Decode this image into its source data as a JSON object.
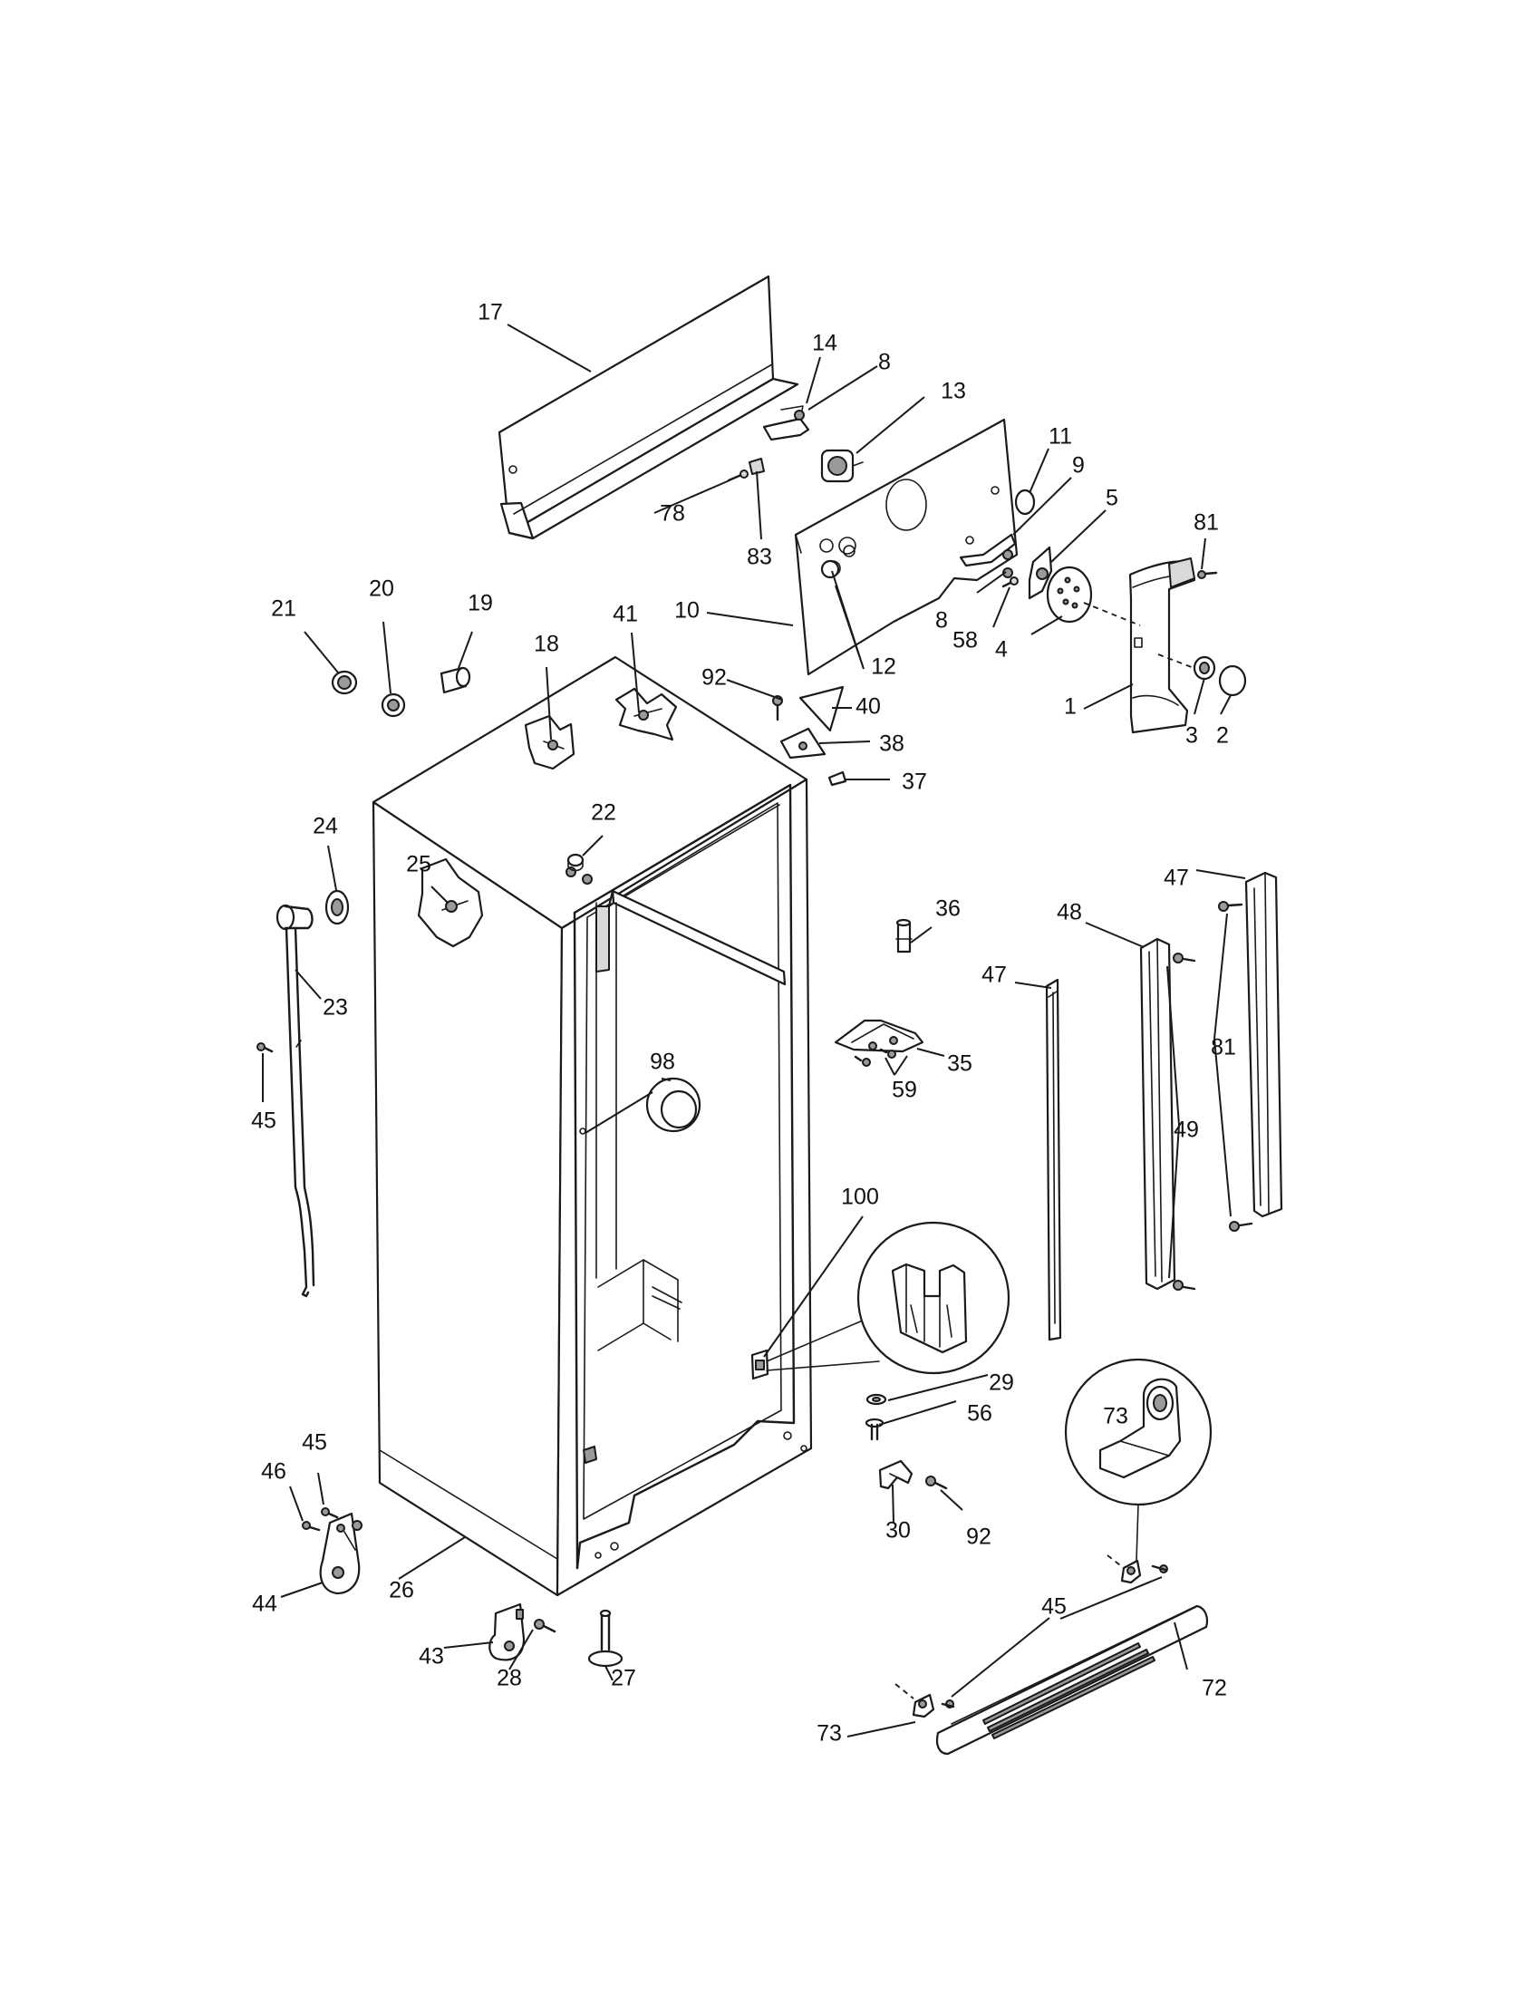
{
  "labels": {
    "l1": "1",
    "l2": "2",
    "l3": "3",
    "l4": "4",
    "l5": "5",
    "l8": "8",
    "l9": "9",
    "l10": "10",
    "l11": "11",
    "l12": "12",
    "l13": "13",
    "l14": "14",
    "l17": "17",
    "l18": "18",
    "l19": "19",
    "l20": "20",
    "l21": "21",
    "l22": "22",
    "l23": "23",
    "l24": "24",
    "l25": "25",
    "l26": "26",
    "l27": "27",
    "l28": "28",
    "l29": "29",
    "l30": "30",
    "l35": "35",
    "l36": "36",
    "l37": "37",
    "l38": "38",
    "l40": "40",
    "l41": "41",
    "l43": "43",
    "l44": "44",
    "l45": "45",
    "l46": "46",
    "l47": "47",
    "l48": "48",
    "l49": "49",
    "l56": "56",
    "l58": "58",
    "l59": "59",
    "l72": "72",
    "l73": "73",
    "l78": "78",
    "l81": "81",
    "l83": "83",
    "l92": "92",
    "l98": "98",
    "l100": "100"
  }
}
